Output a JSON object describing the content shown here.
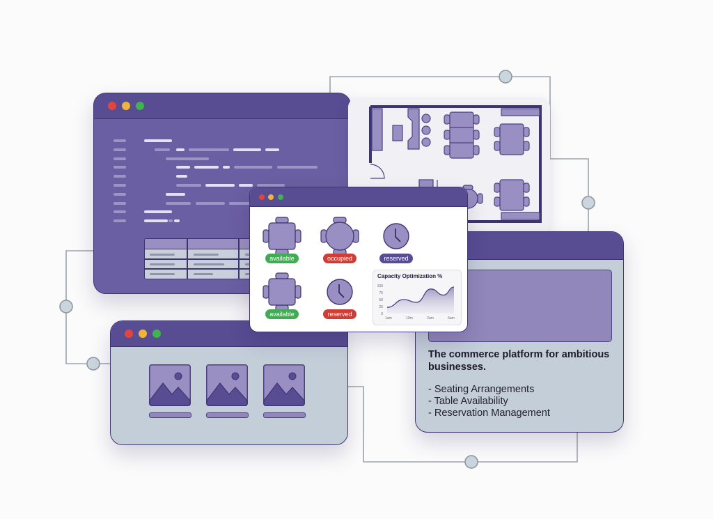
{
  "colors": {
    "background": "#fbfbfc",
    "window_chrome": "#584c93",
    "window_outline": "#3d3570",
    "code_panel": "#6b5fa3",
    "panel_light": "#c4ced9",
    "accent_purple": "#9187bb",
    "dot_close": "#e0463d",
    "dot_minimize": "#f0b43a",
    "dot_maximize": "#3fb34f",
    "status_available": "#44a955",
    "status_occupied": "#cc3e36",
    "status_reserved_purple": "#584c93",
    "connector": "#9ea3ab",
    "node_fill": "#cbd5de"
  },
  "code_window": {
    "icon": "code-editor-icon",
    "table": {
      "columns": 3,
      "rows": 3
    }
  },
  "floor_plan_window": {
    "icon": "floor-plan-icon",
    "elements": [
      "bar-counter",
      "bar-stools",
      "six-seat-table",
      "four-seat-table",
      "round-table",
      "door"
    ]
  },
  "seating_window": {
    "tables": [
      {
        "icon": "square-table-icon",
        "status": "available",
        "badge_color": "green"
      },
      {
        "icon": "round-table-icon",
        "status": "occupied",
        "badge_color": "red"
      },
      {
        "icon": "clock-icon",
        "status": "reserved",
        "badge_color": "purple"
      },
      {
        "icon": "square-table-icon",
        "status": "available",
        "badge_color": "green"
      },
      {
        "icon": "clock-icon",
        "status": "reserved",
        "badge_color": "red"
      }
    ]
  },
  "chart_data": {
    "type": "area",
    "title": "Capacity Optimization %",
    "xlabel": "",
    "ylabel": "",
    "x": [
      "1am",
      "10m",
      "2am",
      "6am"
    ],
    "yticks": [
      0,
      25,
      50,
      75,
      100
    ],
    "ylim": [
      0,
      100
    ],
    "series": [
      {
        "name": "Capacity Optimization %",
        "points": [
          [
            0,
            22
          ],
          [
            0.8,
            50
          ],
          [
            1.4,
            40
          ],
          [
            2.1,
            88
          ],
          [
            2.7,
            66
          ],
          [
            3.2,
            95
          ]
        ]
      }
    ],
    "grid": false,
    "legend": "none"
  },
  "info_window": {
    "headline": "The commerce platform for ambitious businesses.",
    "features": [
      "- Seating Arrangements",
      "- Table Availability",
      "- Reservation Management"
    ]
  },
  "gallery_window": {
    "items": [
      {
        "icon": "image-placeholder-icon"
      },
      {
        "icon": "image-placeholder-icon"
      },
      {
        "icon": "image-placeholder-icon"
      }
    ]
  }
}
